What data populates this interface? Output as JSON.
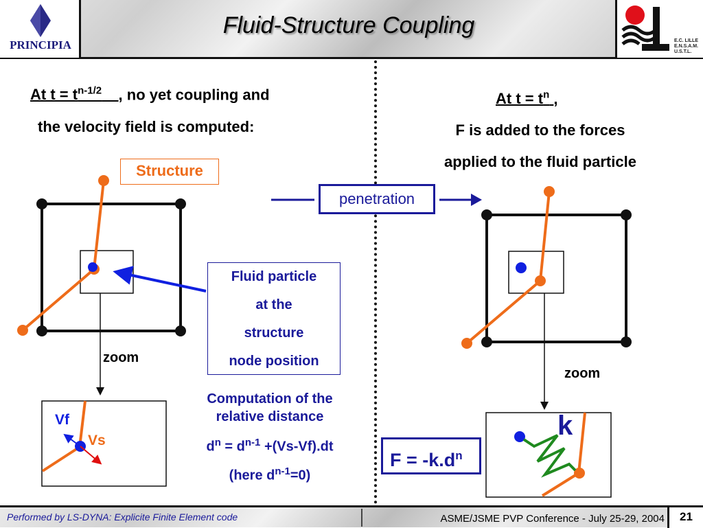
{
  "header": {
    "title": "Fluid-Structure Coupling",
    "left_logo_text": "PRINCIPIA",
    "right_logo_lines": [
      "E.C. LILLE",
      "E.N.S.A.M.",
      "U.S.T.L."
    ]
  },
  "left": {
    "line1_prefix": "At t = t",
    "line1_sup": "n-1/2",
    "line1_suffix": ", no yet coupling and",
    "line2": "the velocity field is computed:",
    "structure_label": "Structure",
    "zoom_label": "zoom",
    "vf_label": "Vf",
    "vs_label": "Vs",
    "callout_lines": [
      "Fluid particle",
      "at the",
      "structure",
      "node position"
    ],
    "computation": {
      "line1": "Computation of the",
      "line2": "relative distance",
      "eq_d": "d",
      "eq_n": "n",
      "eq_mid": " = d",
      "eq_n1": "n-1",
      "eq_end": " +(Vs-Vf).dt",
      "here_prefix": "(here d",
      "here_sup": "n-1",
      "here_end": "=0)"
    }
  },
  "middle": {
    "penetration_label": "penetration"
  },
  "right": {
    "line1_prefix": "At t = t",
    "line1_sup": "n",
    "line1_suffix": ",",
    "line2": "F is added to the forces",
    "line3": "applied to the fluid particle",
    "zoom_label": "zoom",
    "k_label": "k",
    "force_prefix": "F = -k.d",
    "force_sup": "n"
  },
  "footer": {
    "left": "Performed by LS-DYNA: Explicite Finite Element code",
    "right": "ASME/JSME PVP Conference - July 25-29, 2004",
    "page": "21"
  },
  "colors": {
    "orange": "#ee6c1a",
    "blue": "#1020e0",
    "navy": "#1a1a9a",
    "green": "#1f8a1f",
    "title_blue": "#1a1a7a"
  }
}
